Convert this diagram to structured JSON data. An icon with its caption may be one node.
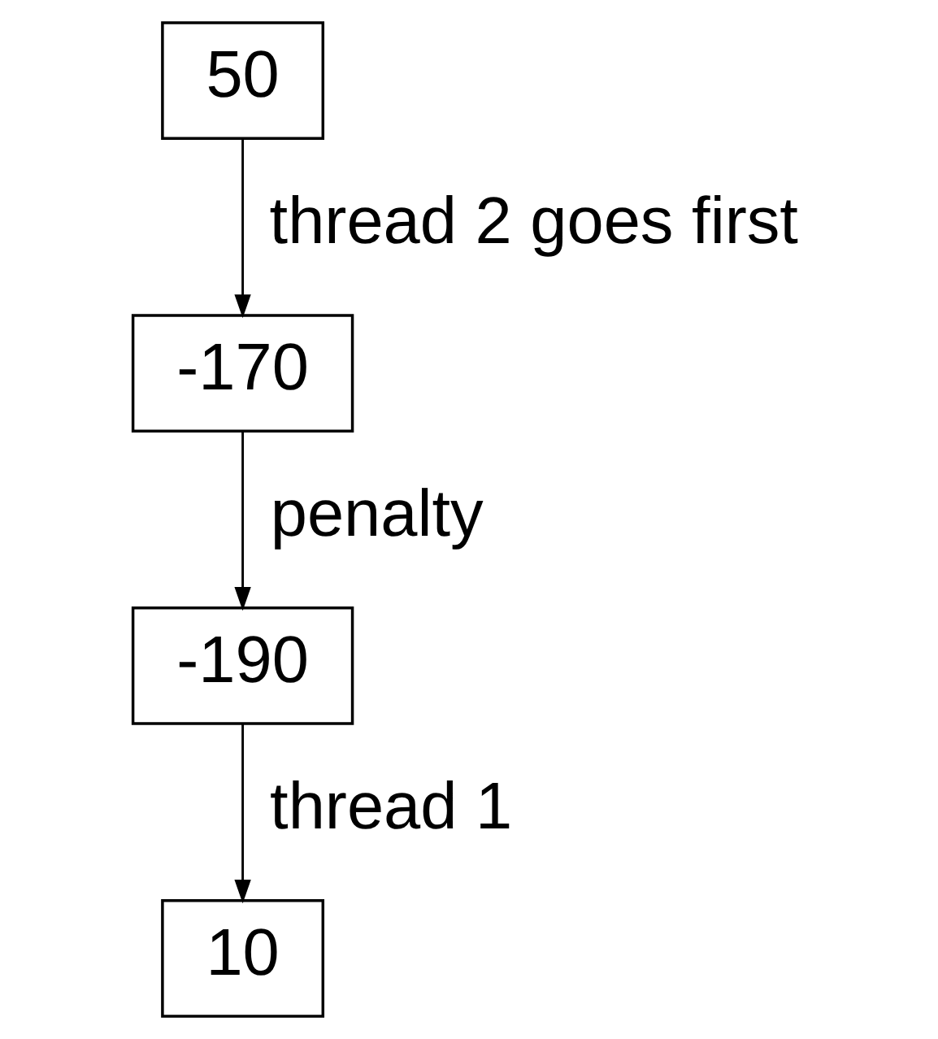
{
  "diagram": {
    "nodes": [
      {
        "text": [
          "50"
        ]
      },
      {
        "text": [
          "-170"
        ]
      },
      {
        "text": [
          "-190"
        ]
      },
      {
        "text": [
          "10"
        ]
      }
    ],
    "edges": [
      {
        "from": 0,
        "to": 1,
        "arrow": "to",
        "label": "thread 2 goes first"
      },
      {
        "from": 1,
        "to": 2,
        "arrow": "to",
        "label": "penalty"
      },
      {
        "from": 2,
        "to": 3,
        "arrow": "to",
        "label": "thread 1"
      }
    ]
  }
}
